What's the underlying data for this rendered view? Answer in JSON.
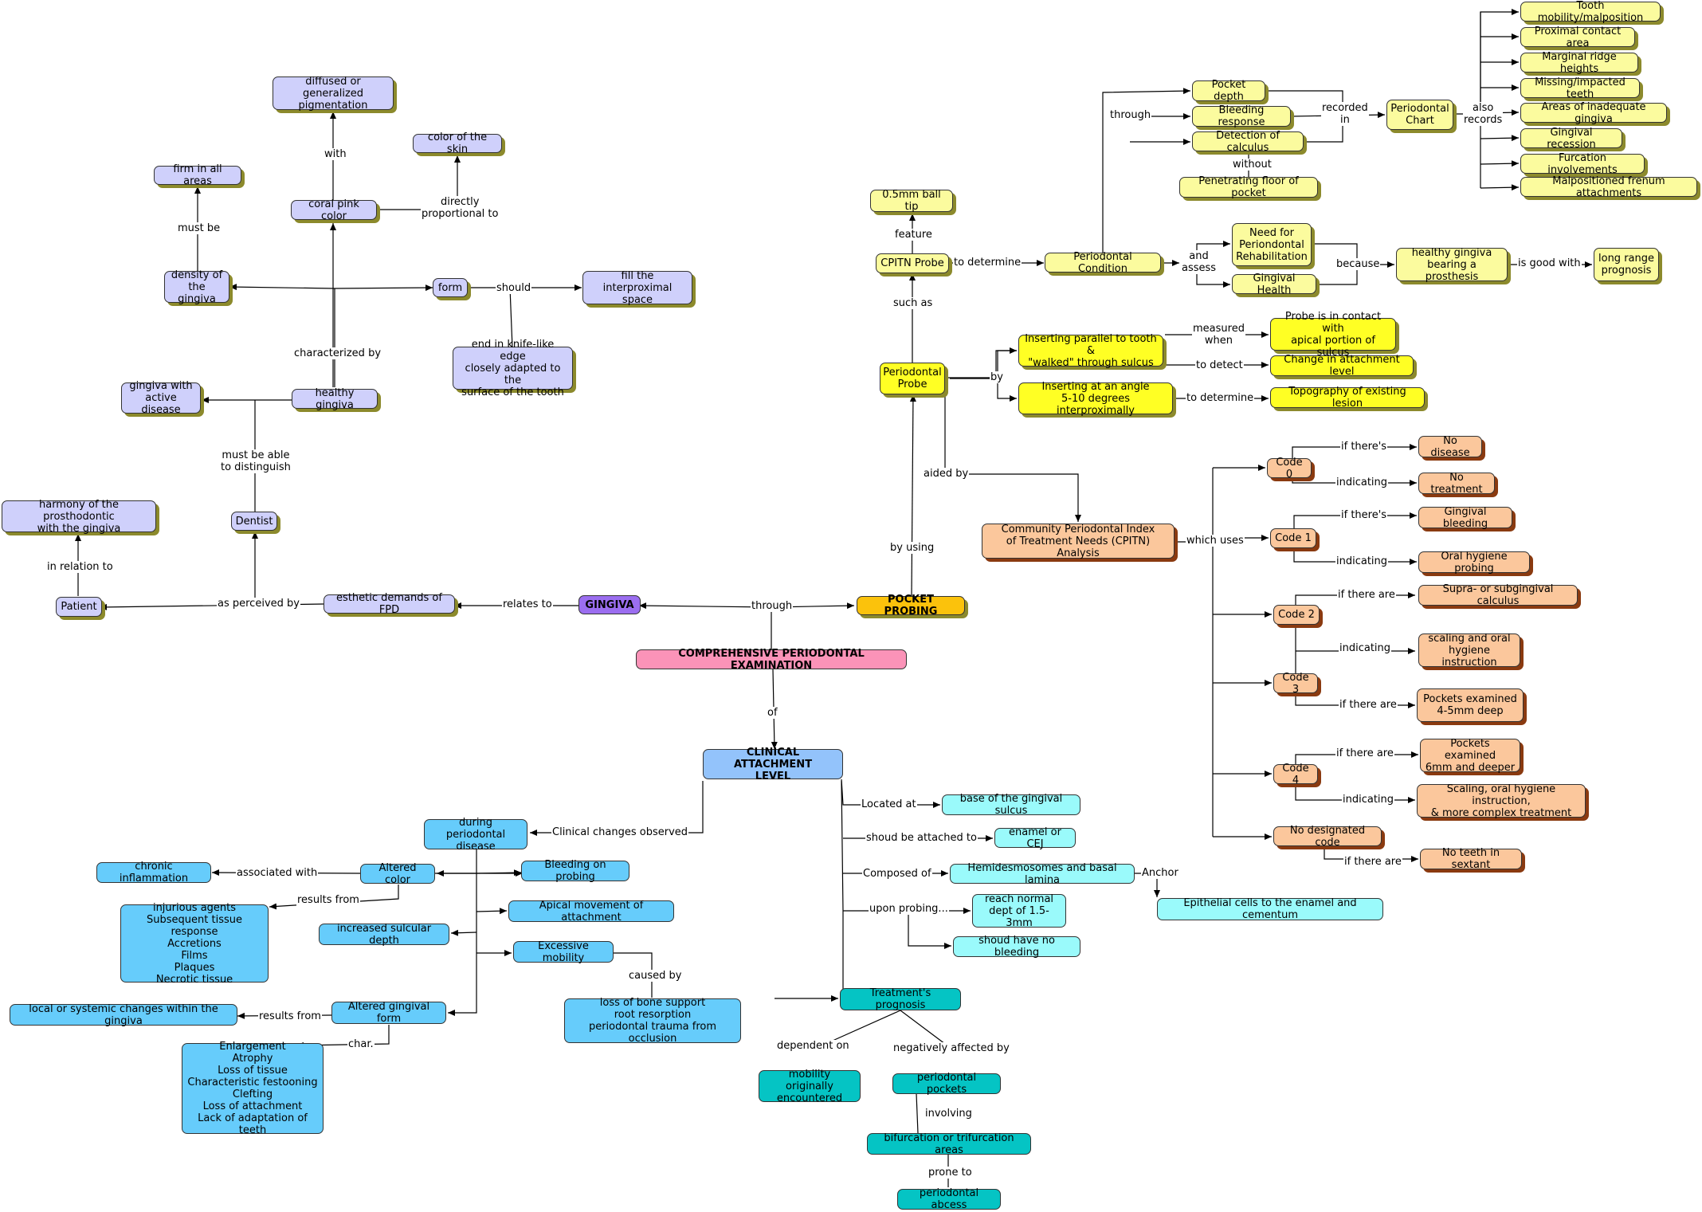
{
  "nodes": {
    "gingiva": "GINGIVA",
    "pocket_probing": "POCKET PROBING",
    "comprehensive": "COMPREHENSIVE PERIODONTAL EXAMINATION",
    "clinical_attachment": "CLINICAL ATTACHMENT\nLEVEL",
    "esthetic_demands": "esthetic demands of FPD",
    "patient": "Patient",
    "harmony": "harmony of the prosthodontic\nwith the gingiva",
    "dentist": "Dentist",
    "active_disease": "gingiva with\nactive disease",
    "healthy_gingiva": "healthy gingiva",
    "density": "density of\nthe gingiva",
    "firm": "firm in all areas",
    "coral_pink": "coral pink color",
    "diffused": "diffused or generalized\npigmentation",
    "skin_color": "color of the skin",
    "form": "form",
    "fill_interproximal": "fill the interproximal\nspace",
    "knife_edge": "end in knife-like edge\nclosely adapted to the\nsurface of the tooth",
    "periodontal_probe": "Periodontal\nProbe",
    "cpitn_probe": "CPITN Probe",
    "ball_tip": "0.5mm ball tip",
    "periodontal_condition": "Periodontal Condition",
    "pocket_depth": "Pocket depth",
    "bleeding_response": "Bleeding response",
    "detection_calculus": "Detection  of calculus",
    "penetrating_floor": "Penetrating floor of pocket",
    "periodontal_chart": "Periodontal\nChart",
    "tooth_mobility": "Tooth mobility/malposition",
    "proximal_contact": "Proximal contact area",
    "marginal_ridge": "Marginal ridge heights",
    "missing_teeth": "Missing/impacted teeth",
    "inadequate_gingiva": "Areas of inadequate gingiva",
    "gingival_recession": "Gingival recession",
    "furcation": "Furcation involvements",
    "frenum": "Malpositioned frenum attachments",
    "need_rehab": "Need for\nPeriondontal\nRehabilitation",
    "gingival_health": "Gingival Health",
    "healthy_prosthesis": "healthy gingiva\nbearing a prosthesis",
    "long_range": "long range\nprognosis",
    "inserting_parallel": "Inserting parallel to tooth &\n\"walked\" through sulcus",
    "inserting_angle": "Inserting at an angle\n5-10 degrees interproximally",
    "probe_contact": "Probe is in contact with\napical portion of sulcus",
    "change_attachment": "Change in attachment level",
    "topography": "Topography of existing lesion",
    "cpitn_analysis": "Community Periodontal Index\nof Treatment Needs (CPITN) Analysis",
    "code0": "Code 0",
    "code1": "Code 1",
    "code2": "Code 2",
    "code3": "Code 3",
    "code4": "Code 4",
    "no_code": "No designated code",
    "no_disease": "No disease",
    "no_treatment": "No treatment",
    "gingival_bleeding": "Gingival bleeding",
    "oral_hygiene_probing": "Oral hygiene probing",
    "supra_calculus": "Supra- or subgingival calculus",
    "scaling_oral": "scaling and oral\nhygiene instruction",
    "pockets_4_5": "Pockets  examined\n4-5mm deep",
    "pockets_6": "Pockets examined\n6mm and deeper",
    "scaling_complex": "Scaling, oral hygiene instruction,\n& more complex treatment",
    "no_teeth": "No teeth in sextant",
    "base_sulcus": "base of the gingival sulcus",
    "enamel_cej": "enamel or CEJ",
    "hemidesmosomes": "Hemidesmosomes and basal lamina",
    "epithelial_cells": "Epithelial cells to the enamel and cementum",
    "reach_normal": "reach normal\ndept of 1.5-3mm",
    "no_bleeding": "shoud have no bleeding",
    "during_disease": "during periodontal\ndisease",
    "altered_color": "Altered color",
    "chronic_inflammation": "chronic inflammation",
    "injurious_agents": "injurious agents\nSubsequent tissue response\nAccretions\nFilms\nPlaques\nNecrotic tissue",
    "bleeding_probing": "Bleeding on probing",
    "apical_movement": "Apical movement of attachment",
    "sulcular_depth": "increased sulcular depth",
    "excessive_mobility": "Excessive mobility",
    "bone_support": "loss of bone support\nroot resorption\nperiodontal trauma from occlusion",
    "altered_form": "Altered gingival form",
    "local_systemic": "local or systemic changes within the gingiva",
    "enlargement": "Enlargement\nAtrophy\nLoss of tissue\nCharacteristic festooning\nClefting\nLoss of attachment\nLack of adaptation of teeth",
    "treatment_prognosis": "Treatment's prognosis",
    "mobility_originally": "mobility originally\nencountered",
    "periodontal_pockets": "periodontal pockets",
    "bifurcation": "bifurcation or trifurcation areas",
    "abcess": "periodontal abcess"
  },
  "links": {
    "through_main": "through",
    "relates_to": "relates to",
    "as_perceived_by": "as perceived by",
    "in_relation_to": "in relation to",
    "must_distinguish": "must be able\nto distinguish",
    "characterized_by": "characterized by",
    "must_be": "must be",
    "with": "with",
    "directly_proportional": "directly\nproportional to",
    "should": "should",
    "of": "of",
    "by_using": "by using",
    "such_as": "such as",
    "feature": "feature",
    "to_determine": "to determine",
    "through_pc": "through",
    "recorded_in": "recorded\nin",
    "also_records": "also\nrecords",
    "without": "without",
    "and_assess": "and\nassess",
    "because": "because",
    "is_good_with": "is good with",
    "by": "by",
    "measured_when": "measured\nwhen",
    "to_detect": "to detect",
    "to_determine2": "to determine",
    "aided_by": "aided by",
    "which_uses": "which uses",
    "if_theres_0": "if there's",
    "indicating_0": "indicating",
    "if_theres_1": "if there's",
    "indicating_1": "indicating",
    "if_there_are_2": "if there are",
    "indicating_2": "indicating",
    "if_there_are_3": "if there are",
    "if_there_are_4": "if there are",
    "indicating_4": "indicating",
    "if_there_are_nc": "if there are",
    "located_at": "Located at",
    "attached_to": "shoud be attached to",
    "composed_of": "Composed of",
    "anchor": "Anchor",
    "upon_probing": "upon probing...",
    "clinical_changes": "Clinical changes observed",
    "associated_with": "associated with",
    "results_from": "results from",
    "caused_by": "caused by",
    "results_from2": "results from",
    "char": "char.",
    "dependent_on": "dependent on",
    "negatively_affected": "negatively affected by",
    "involving": "involving",
    "prone_to": "prone to"
  },
  "colors": {
    "lavender": "#cfd0fb",
    "yellow_light": "#fbfb9e",
    "yellow_bright": "#ffff24",
    "peach": "#fbc79c",
    "cyan": "#66ccfb",
    "cyan_light": "#9afafb",
    "teal": "#05c4c4",
    "purple": "#9b6ef0",
    "gold": "#fbc20c",
    "pink": "#fb93b8",
    "blue": "#93c3fb"
  }
}
